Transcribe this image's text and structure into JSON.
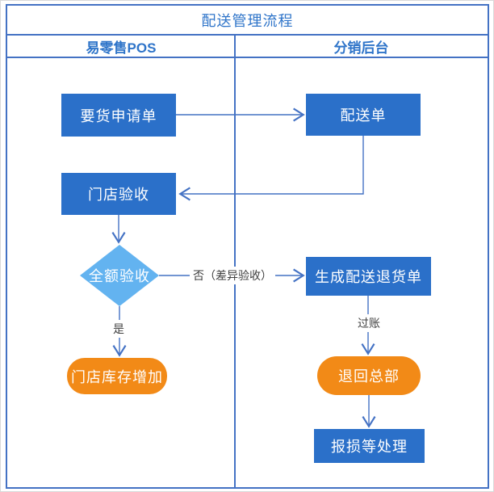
{
  "title": "配送管理流程",
  "lanes": {
    "left": "易零售POS",
    "right": "分销后台"
  },
  "nodes": {
    "request": "要货申请单",
    "delivery": "配送单",
    "store_accept": "门店验收",
    "full_accept": "全额验收",
    "return_bill": "生成配送退货单",
    "stock_increase": "门店库存增加",
    "return_hq": "退回总部",
    "scrap": "报损等处理"
  },
  "edge_labels": {
    "no": "否（差异验收）",
    "yes": "是",
    "posting": "过账"
  },
  "colors": {
    "line": "#4472C4",
    "process_fill": "#2B70C9",
    "decision_fill": "#63B3F0",
    "terminal_fill": "#F28A17",
    "header_text": "#2E74C9",
    "edge_label_text": "#3F3F3F",
    "node_text": "#FFFFFF"
  }
}
